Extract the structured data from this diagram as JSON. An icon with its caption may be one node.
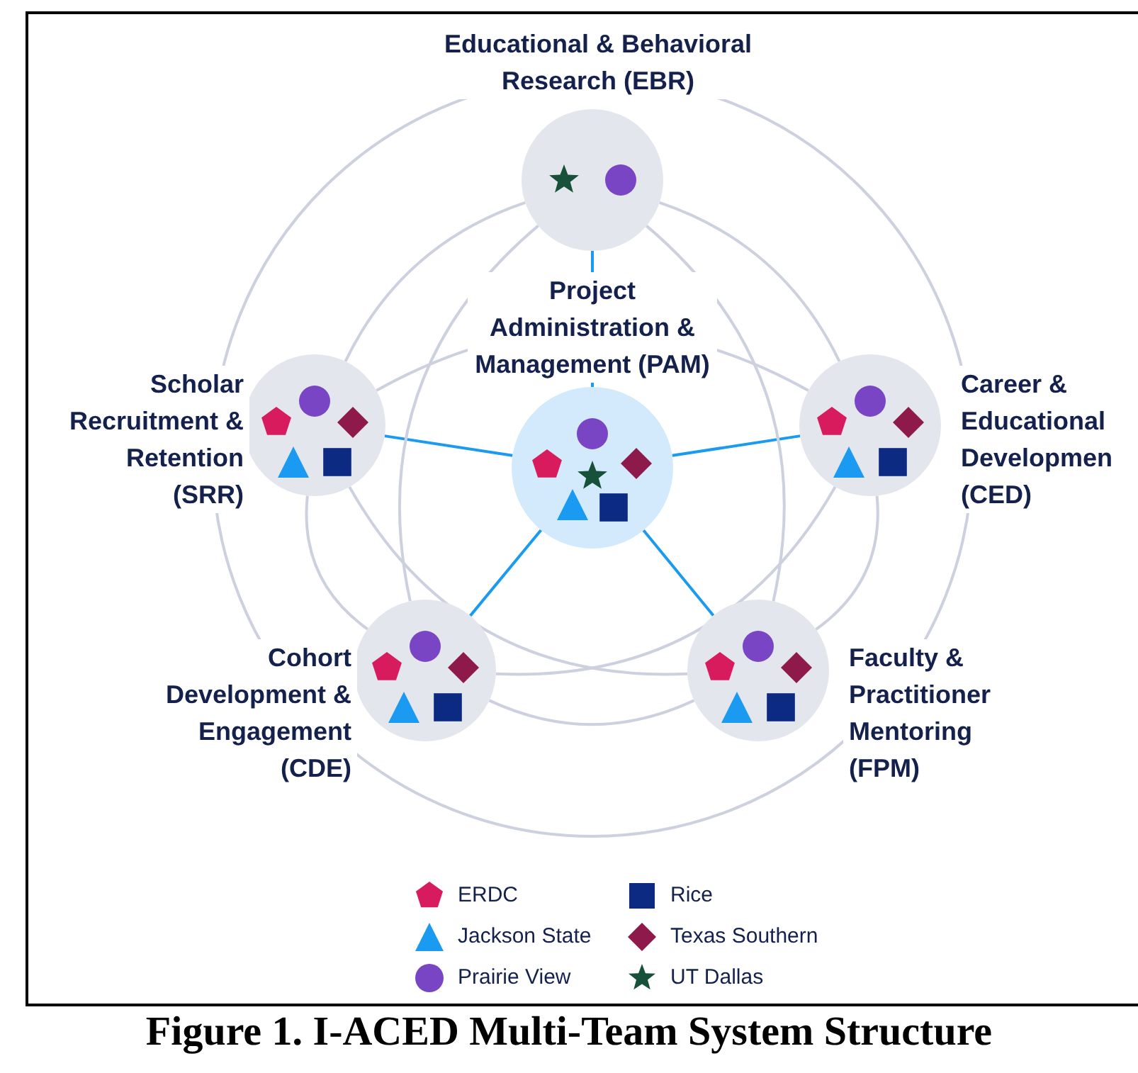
{
  "diagram": {
    "caption": "Figure 1. I-ACED Multi-Team System Structure",
    "nodes": [
      {
        "text": [
          "Educational & Behavioral Research (EBR)"
        ]
      },
      {
        "text": [],
        "shape": "star",
        "in": 0
      },
      {
        "text": [],
        "shape": "circle",
        "in": 0
      },
      {
        "text": [
          "Project Administration & Management (PAM)"
        ]
      },
      {
        "text": [],
        "shape": "circle",
        "in": 3
      },
      {
        "text": [],
        "shape": "pentagon",
        "in": 3
      },
      {
        "text": [],
        "shape": "star",
        "in": 3
      },
      {
        "text": [],
        "shape": "diamond",
        "in": 3
      },
      {
        "text": [],
        "shape": "triangle",
        "in": 3
      },
      {
        "text": [],
        "shape": "square",
        "in": 3
      },
      {
        "text": [
          "Scholar Recruitment & Retention (SRR)"
        ]
      },
      {
        "text": [],
        "shape": "circle",
        "in": 10
      },
      {
        "text": [],
        "shape": "pentagon",
        "in": 10
      },
      {
        "text": [],
        "shape": "diamond",
        "in": 10
      },
      {
        "text": [],
        "shape": "triangle",
        "in": 10
      },
      {
        "text": [],
        "shape": "square",
        "in": 10
      },
      {
        "text": [
          "Career & Educational Developmen (CED)"
        ]
      },
      {
        "text": [],
        "shape": "circle",
        "in": 16
      },
      {
        "text": [],
        "shape": "pentagon",
        "in": 16
      },
      {
        "text": [],
        "shape": "diamond",
        "in": 16
      },
      {
        "text": [],
        "shape": "triangle",
        "in": 16
      },
      {
        "text": [],
        "shape": "square",
        "in": 16
      },
      {
        "text": [
          "Cohort Development & Engagement (CDE)"
        ]
      },
      {
        "text": [],
        "shape": "circle",
        "in": 22
      },
      {
        "text": [],
        "shape": "pentagon",
        "in": 22
      },
      {
        "text": [],
        "shape": "diamond",
        "in": 22
      },
      {
        "text": [],
        "shape": "triangle",
        "in": 22
      },
      {
        "text": [],
        "shape": "square",
        "in": 22
      },
      {
        "text": [
          "Faculty & Practitioner Mentoring (FPM)"
        ]
      },
      {
        "text": [],
        "shape": "circle",
        "in": 28
      },
      {
        "text": [],
        "shape": "pentagon",
        "in": 28
      },
      {
        "text": [],
        "shape": "diamond",
        "in": 28
      },
      {
        "text": [],
        "shape": "triangle",
        "in": 28
      },
      {
        "text": [],
        "shape": "square",
        "in": 28
      }
    ],
    "edges": [
      {
        "from": 3,
        "to": 0,
        "arrow": "none",
        "color": "#1a9af0"
      },
      {
        "from": 3,
        "to": 10,
        "arrow": "none",
        "color": "#1a9af0"
      },
      {
        "from": 3,
        "to": 16,
        "arrow": "none",
        "color": "#1a9af0"
      },
      {
        "from": 3,
        "to": 22,
        "arrow": "none",
        "color": "#1a9af0"
      },
      {
        "from": 3,
        "to": 28,
        "arrow": "none",
        "color": "#1a9af0"
      },
      {
        "from": 0,
        "to": 10,
        "arrow": "none"
      },
      {
        "from": 0,
        "to": 16,
        "arrow": "none"
      },
      {
        "from": 10,
        "to": 22,
        "arrow": "none"
      },
      {
        "from": 16,
        "to": 28,
        "arrow": "none"
      },
      {
        "from": 22,
        "to": 28,
        "arrow": "none"
      },
      {
        "from": 0,
        "to": 22,
        "arrow": "none"
      },
      {
        "from": 0,
        "to": 28,
        "arrow": "none"
      },
      {
        "from": 10,
        "to": 16,
        "arrow": "none"
      },
      {
        "from": 10,
        "to": 28,
        "arrow": "none"
      },
      {
        "from": 16,
        "to": 22,
        "arrow": "none"
      }
    ],
    "legend": [
      {
        "text": "ERDC"
      },
      {
        "text": "Rice"
      },
      {
        "text": "Jackson State"
      },
      {
        "text": "Texas Southern"
      },
      {
        "text": "Prairie View"
      },
      {
        "text": "UT Dallas"
      }
    ]
  }
}
